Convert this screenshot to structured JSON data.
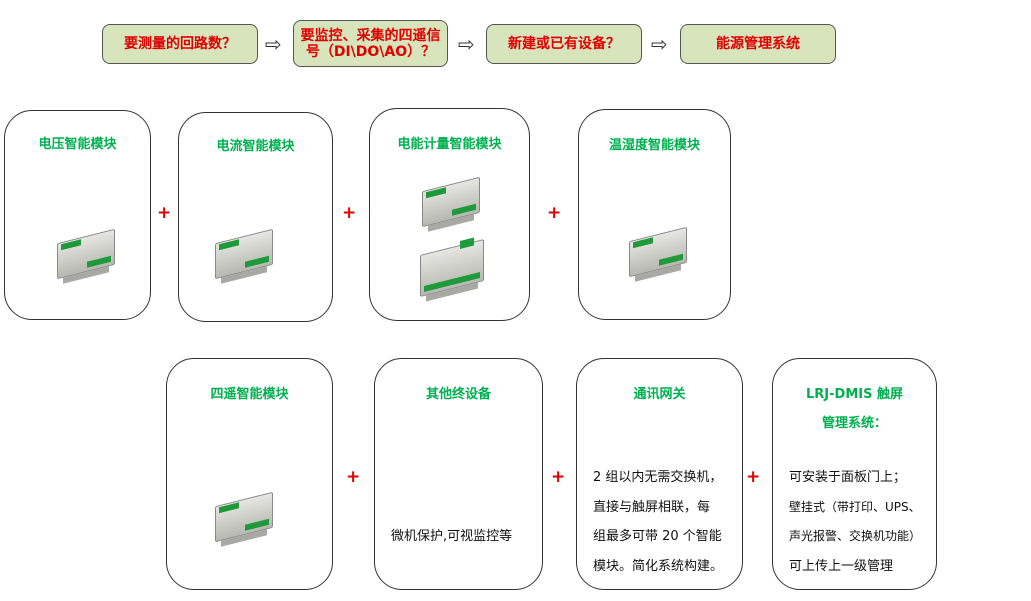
{
  "steps": [
    "要测量的回路数？",
    "要监控、采集的四遥信号（DI\\DO\\AO）？",
    "新建或已有设备？",
    "能源管理系统"
  ],
  "arrow": "⇨",
  "plus": "+",
  "modules": [
    {
      "title": "电压智能模块"
    },
    {
      "title": "电流智能模块"
    },
    {
      "title": "电能计量智能模块"
    },
    {
      "title": "温湿度智能模块"
    },
    {
      "title": "四遥智能模块"
    },
    {
      "title": "其他终设备",
      "desc": "微机保护,可视监控等"
    },
    {
      "title": "通讯网关",
      "lines": [
        "2 组以内无需交换机，",
        "直接与触屏相联，每",
        "组最多可带 20 个智能",
        "模块。简化系统构建。"
      ]
    },
    {
      "title": "LRJ-DMIS 触屏",
      "title2": "管理系统：",
      "lines": [
        "可安装于面板门上；",
        "壁挂式（带打印、UPS、",
        "声光报警、交换机功能）",
        "可上传上一级管理"
      ]
    }
  ]
}
